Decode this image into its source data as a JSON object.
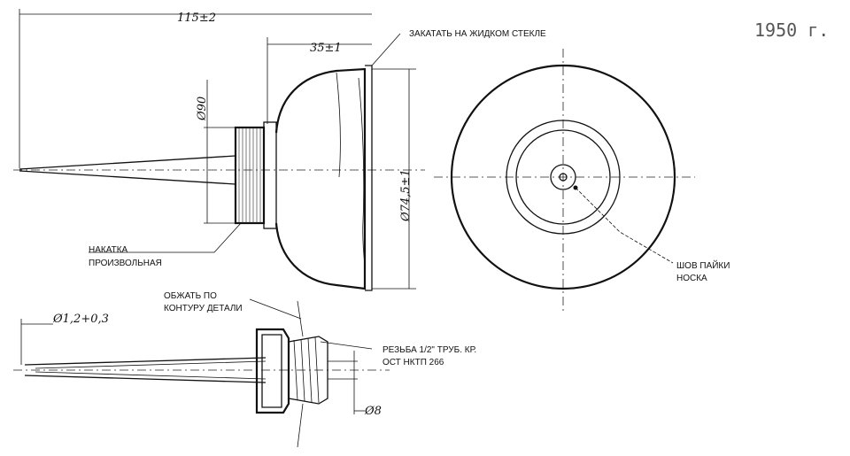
{
  "year_label": "1950 г.",
  "dimensions": {
    "overall_length": "115±2",
    "cup_depth": "35±1",
    "cap_diameter": "Ø90",
    "body_diameter": "Ø74,5±1",
    "nozzle_tip": "Ø1,2+0,3",
    "nozzle_base": "Ø8"
  },
  "callouts": {
    "liquid_glass": "ЗАКАТАТЬ НА ЖИДКОМ СТЕКЛЕ",
    "knurl_1": "НАКАТКА",
    "knurl_2": "ПРОИЗВОЛЬНАЯ",
    "solder_1": "ШОВ ПАЙКИ",
    "solder_2": "НОСКА",
    "crimp_1": "ОБЖАТЬ ПО",
    "crimp_2": "КОНТУРУ ДЕТАЛИ",
    "thread_1": "РЕЗЬБА 1/2\" ТРУБ. КР.",
    "thread_2": "ОСТ НКТП 266"
  }
}
